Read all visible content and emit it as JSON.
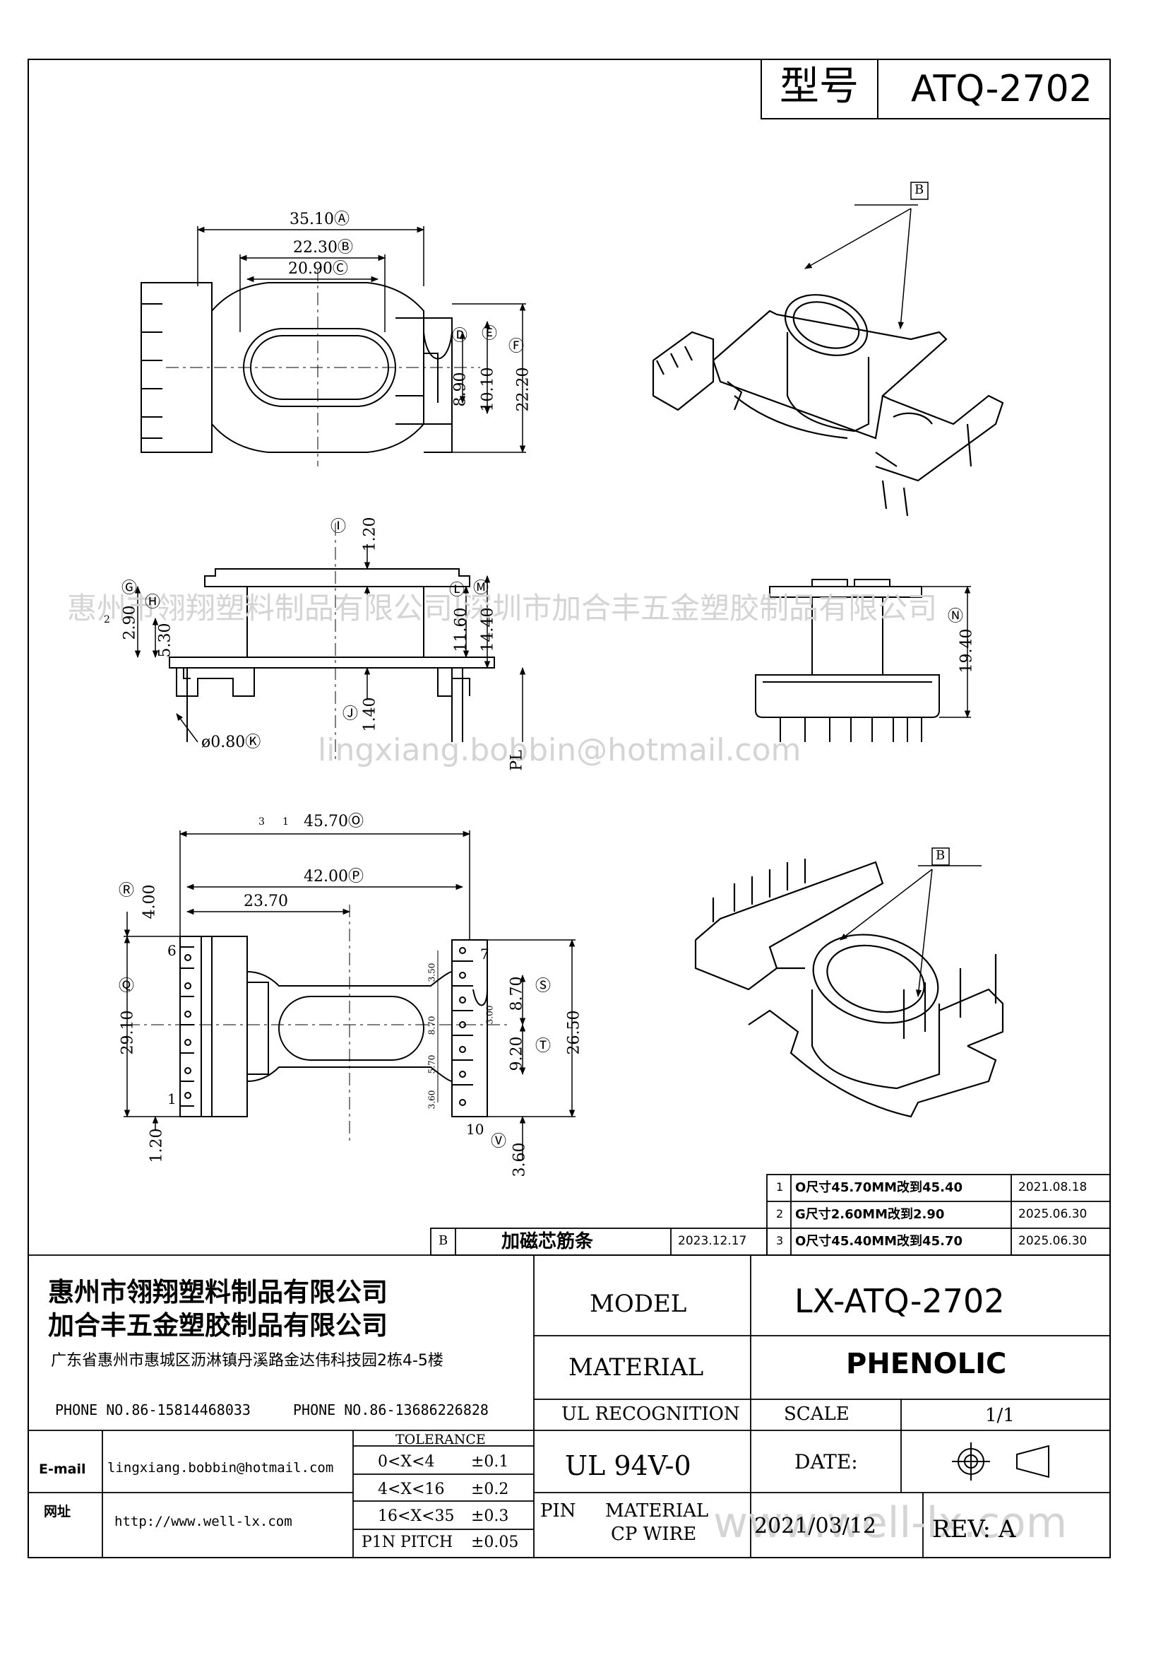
{
  "title_box": {
    "label": "型号",
    "value": "ATQ-2702"
  },
  "watermarks": {
    "company_line": "惠州市翎翔塑料制品有限公司|深圳市加合丰五金塑胶制品有限公司",
    "email": "lingxiang.bobbin@hotmail.com",
    "site": "www.well-lx.com"
  },
  "dimensions": {
    "top_view": {
      "A": "35.10Ⓐ",
      "B": "22.30Ⓑ",
      "C": "20.90Ⓒ",
      "D": "Ⓓ",
      "E": "Ⓔ",
      "F": "Ⓕ",
      "D_val": "8.90",
      "E_val": "10.10",
      "F_val": "22.20"
    },
    "side_view": {
      "I": "Ⓘ",
      "I_val": "1.20",
      "G": "Ⓖ",
      "G_val": "2.90",
      "G_rev": "2",
      "H": "Ⓗ",
      "H_val": "5.30",
      "L": "Ⓛ",
      "L_val": "11.60",
      "M": "Ⓜ",
      "M_val": "14.40",
      "J": "Ⓙ",
      "J_val": "1.40",
      "K": "ø0.80Ⓚ",
      "PL": "PL",
      "N": "Ⓝ",
      "N_val": "19.40"
    },
    "bottom_view": {
      "O": "45.70Ⓞ",
      "O_rev1": "3",
      "O_rev2": "1",
      "P": "42.00Ⓟ",
      "left_w": "23.70",
      "R": "Ⓡ",
      "R_val": "4.00",
      "Q": "Ⓠ",
      "Q_val": "29.10",
      "S": "Ⓢ",
      "S_val": "8.70",
      "T": "Ⓣ",
      "T_val": "9.20",
      "overall_h": "26.50",
      "U_val": "1.20",
      "V": "Ⓥ",
      "V_val": "3.60",
      "pin6": "6",
      "pin1": "1",
      "pin7": "7",
      "pin10": "10",
      "small": [
        "3.50",
        "3.00",
        "8.70",
        "5.70",
        "3.60"
      ]
    },
    "iso_labels": {
      "B_top": "B",
      "B_bottom": "B"
    }
  },
  "revisions": [
    {
      "mark": "1",
      "text": "O尺寸45.70MM改到45.40",
      "date": "2021.08.18"
    },
    {
      "mark": "2",
      "text": "G尺寸2.60MM改到2.90",
      "date": "2025.06.30"
    },
    {
      "mark": "3",
      "text": "O尺寸45.40MM改到45.70",
      "date": "2025.06.30"
    }
  ],
  "revision_b": {
    "mark": "B",
    "text": "加磁芯筋条",
    "date": "2023.12.17"
  },
  "company": {
    "name1": "惠州市翎翔塑料制品有限公司",
    "name2": "加合丰五金塑胶制品有限公司",
    "address": "广东省惠州市惠城区沥淋镇丹溪路金达伟科技园2栋4-5楼",
    "phone1": "PHONE NO.86-15814468033",
    "phone2": "PHONE NO.86-13686226828"
  },
  "contact": {
    "email_label": "E-mail",
    "email": "lingxiang.bobbin@hotmail.com",
    "web_label": "网址",
    "web": "http://www.well-lx.com"
  },
  "tolerance": {
    "header": "TOLERANCE",
    "rows": [
      {
        "range": "0<X<4",
        "value": "±0.1"
      },
      {
        "range": "4<X<16",
        "value": "±0.2"
      },
      {
        "range": "16<X<35",
        "value": "±0.3"
      },
      {
        "range": "P1N PITCH",
        "value": "±0.05"
      }
    ]
  },
  "title_block": {
    "model_label": "MODEL",
    "model": "LX-ATQ-2702",
    "material_label": "MATERIAL",
    "material": "PHENOLIC",
    "ul_label": "UL RECOGNITION",
    "ul_value": "UL 94V-0",
    "scale_label": "SCALE",
    "scale": "1/1",
    "date_label": "DATE:",
    "date": "2021/03/12",
    "pin_label": "PIN",
    "pin_material_label": "MATERIAL",
    "pin_material": "CP WIRE",
    "rev": "REV: A"
  },
  "symbols": [
    "projection-icon"
  ]
}
